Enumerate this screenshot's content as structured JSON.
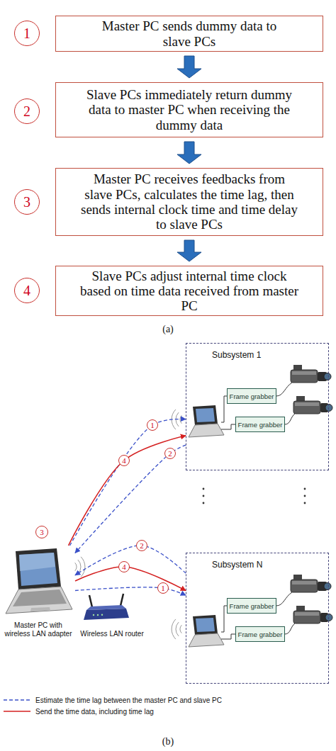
{
  "diagram": {
    "nodes": [
      {
        "text": [
          "1"
        ]
      },
      {
        "text": [
          "Master PC sends dummy data to slave PCs"
        ]
      },
      {
        "text": [
          "2"
        ]
      },
      {
        "text": [
          "Slave PCs immediately return dummy data to master PC when receiving the dummy data"
        ]
      },
      {
        "text": [
          "3"
        ]
      },
      {
        "text": [
          "Master PC receives feedbacks from slave PCs, calculates the time lag, then sends internal clock time and time delay to slave PCs"
        ]
      },
      {
        "text": [
          "4"
        ]
      },
      {
        "text": [
          "Slave PCs adjust internal time clock based on time data received from master PC"
        ]
      },
      {
        "text": [
          "Subsystem 1"
        ]
      },
      {
        "text": [
          "Frame grabber"
        ],
        "in": 8
      },
      {
        "text": [
          "Frame grabber"
        ],
        "in": 8
      },
      {
        "text": [
          "3"
        ]
      },
      {
        "text": [
          "Master PC with wireless LAN adapter"
        ]
      },
      {
        "text": [
          "Wireless LAN router"
        ]
      },
      {
        "text": [
          "Subsystem N"
        ]
      },
      {
        "text": [
          "Frame grabber"
        ],
        "in": 14
      },
      {
        "text": [
          "Frame grabber"
        ],
        "in": 14
      }
    ],
    "edges": [
      {
        "from": 1,
        "to": 3,
        "arrow": "to"
      },
      {
        "from": 3,
        "to": 5,
        "arrow": "to"
      },
      {
        "from": 5,
        "to": 7,
        "arrow": "to"
      },
      {
        "from": 12,
        "to": 8,
        "label": "1",
        "arrow": "to"
      },
      {
        "from": 8,
        "to": 12,
        "label": "2",
        "arrow": "to"
      },
      {
        "from": 12,
        "to": 8,
        "label": "4",
        "arrow": "to"
      },
      {
        "from": 12,
        "to": 14,
        "label": "1",
        "arrow": "to"
      },
      {
        "from": 14,
        "to": 12,
        "label": "2",
        "arrow": "to"
      },
      {
        "from": 12,
        "to": 14,
        "label": "4",
        "arrow": "to"
      }
    ],
    "labels": [
      "(a)",
      "(b)"
    ],
    "legend": [
      {
        "text": "Estimate the time lag between the master PC and slave PC"
      },
      {
        "text": "Send the time data, including time lag"
      }
    ]
  }
}
